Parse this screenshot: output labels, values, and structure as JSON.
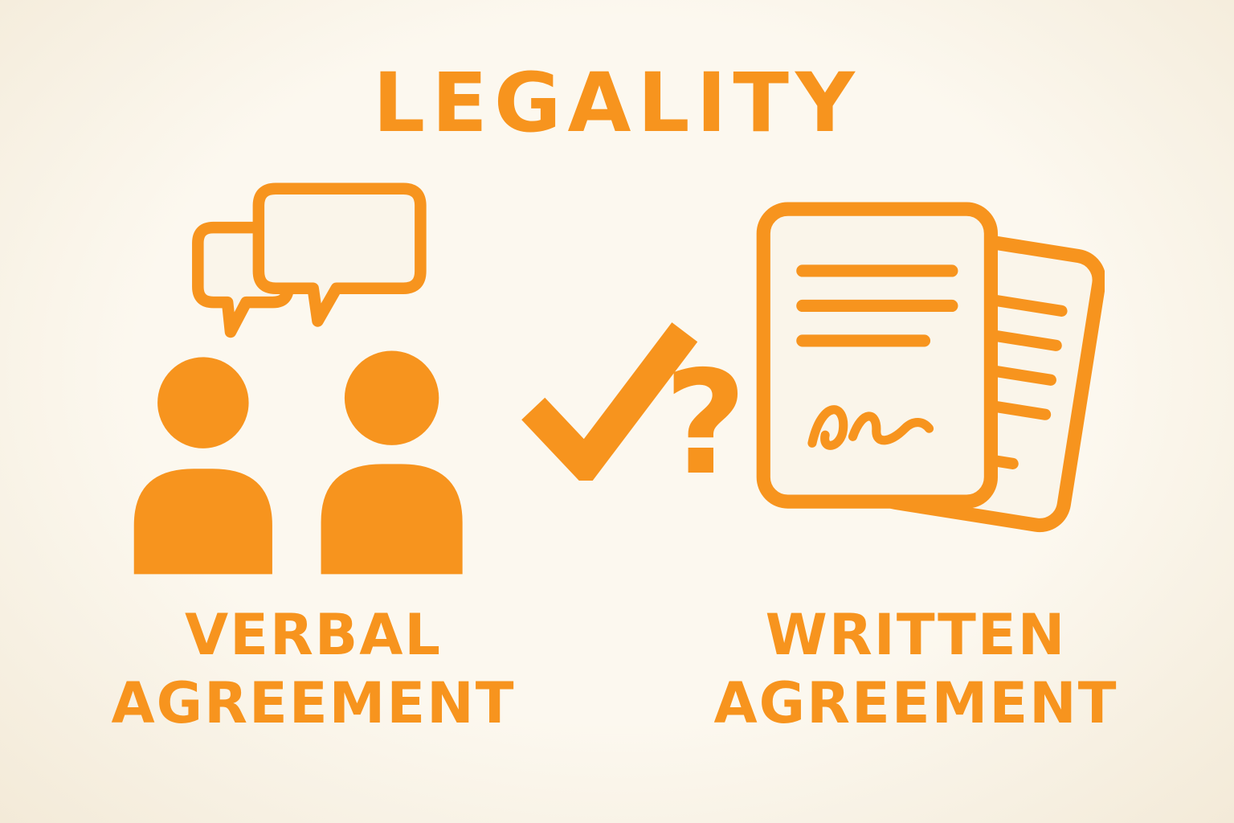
{
  "title": "LEGALITY",
  "colors": {
    "accent": "#F7941E",
    "background": "#FAF5EA"
  },
  "left": {
    "icon": "two-people-talking-icon",
    "label_line1": "VERBAL",
    "label_line2": "AGREEMENT"
  },
  "middle": {
    "check_icon": "checkmark-icon",
    "question_mark": "?"
  },
  "right": {
    "icon": "documents-signature-icon",
    "label_line1": "WRITTEN",
    "label_line2": "AGREEMENT"
  }
}
